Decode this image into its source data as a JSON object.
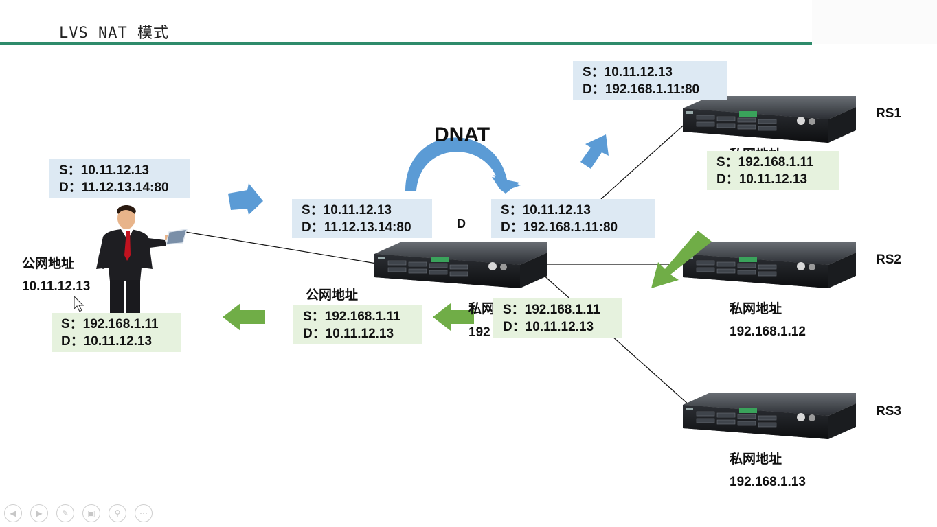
{
  "slide": {
    "title": "LVS NAT 模式"
  },
  "diagram": {
    "dnat_label": "DNAT",
    "director_label": "D",
    "packets": {
      "client_request": {
        "s": "S：10.11.12.13",
        "d": "D：11.12.13.14:80"
      },
      "director_in": {
        "s": "S：10.11.12.13",
        "d": "D：11.12.13.14:80"
      },
      "director_out": {
        "s": "S：10.11.12.13",
        "d": "D：192.168.1.11:80"
      },
      "rs1_in": {
        "s": "S：10.11.12.13",
        "d": "D：192.168.1.11:80"
      },
      "rs1_reply": {
        "s": "S：192.168.1.11",
        "d": "D：10.11.12.13"
      },
      "director_reply_in": {
        "s": "S：192.168.1.11",
        "d": "D：10.11.12.13"
      },
      "director_reply_out": {
        "s": "S：192.168.1.11",
        "d": "D：10.11.12.13"
      },
      "client_reply": {
        "s": "S：192.168.1.11",
        "d": "D：10.11.12.13"
      }
    },
    "client": {
      "addr_label": "公网地址",
      "addr": "10.11.12.13"
    },
    "director": {
      "public_label": "公网地址",
      "private_label_partial": "私网",
      "private_addr_partial": "192"
    },
    "real_servers": [
      {
        "name": "RS1",
        "addr_label": "私网地址",
        "addr": ""
      },
      {
        "name": "RS2",
        "addr_label": "私网地址",
        "addr": "192.168.1.12"
      },
      {
        "name": "RS3",
        "addr_label": "私网地址",
        "addr": "192.168.1.13"
      }
    ],
    "colors": {
      "blue_box": "#dde9f3",
      "green_box": "#e6f2de",
      "blue_arrow": "#5b9bd5",
      "green_arrow": "#70ad47",
      "title_rule": "#2e8b6b"
    }
  },
  "player_controls": [
    "prev-icon",
    "next-icon",
    "pen-icon",
    "slides-icon",
    "zoom-icon",
    "more-icon"
  ]
}
